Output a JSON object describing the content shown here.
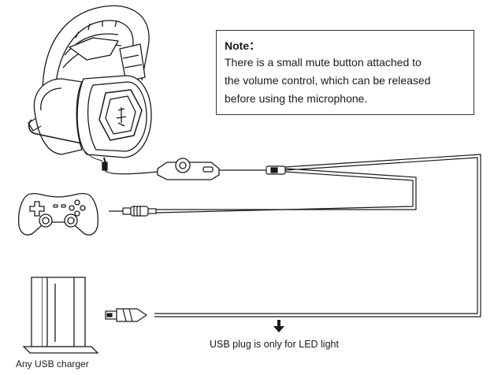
{
  "note": {
    "title": "Note：",
    "lines": [
      "There is a small mute button attached to",
      "the volume control, which can be released",
      "before using the microphone."
    ]
  },
  "labels": {
    "usb_caption": "USB plug is only for LED light",
    "charger_caption": "Any USB charger"
  },
  "icons": {
    "headset": "headset-icon",
    "gamepad": "gamepad-icon",
    "console": "game-console-icon",
    "audio_plug": "audio-jack-plug-icon",
    "usb_plug": "usb-plug-icon",
    "arrow": "arrow-down-icon"
  }
}
